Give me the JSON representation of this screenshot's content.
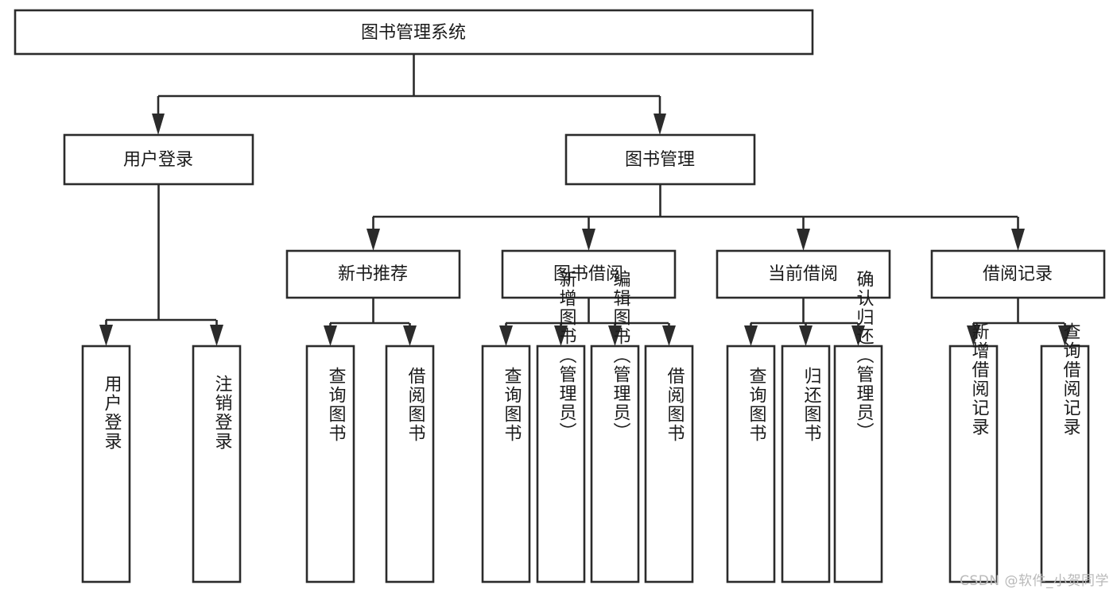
{
  "diagram": {
    "title": "图书管理系统",
    "type": "tree-hierarchy",
    "root": {
      "id": "root",
      "label": "图书管理系统"
    },
    "level2": [
      {
        "id": "user-login",
        "label": "用户登录"
      },
      {
        "id": "book-manage",
        "label": "图书管理"
      }
    ],
    "level3": [
      {
        "id": "new-book-recommend",
        "label": "新书推荐",
        "parent": "book-manage"
      },
      {
        "id": "book-borrow",
        "label": "图书借阅",
        "parent": "book-manage"
      },
      {
        "id": "current-borrow",
        "label": "当前借阅",
        "parent": "book-manage"
      },
      {
        "id": "borrow-record",
        "label": "借阅记录",
        "parent": "book-manage"
      }
    ],
    "leaves": {
      "user-login": [
        {
          "id": "leaf-user-login",
          "label": "用户登录"
        },
        {
          "id": "leaf-user-logout",
          "label": "注销登录"
        }
      ],
      "new-book-recommend": [
        {
          "id": "leaf-query-book-1",
          "label": "查询图书"
        },
        {
          "id": "leaf-borrow-book-1",
          "label": "借阅图书"
        }
      ],
      "book-borrow": [
        {
          "id": "leaf-query-book-2",
          "label": "查询图书"
        },
        {
          "id": "leaf-add-book",
          "label": "新增图书（管理员）"
        },
        {
          "id": "leaf-edit-book",
          "label": "编辑图书（管理员）"
        },
        {
          "id": "leaf-borrow-book-2",
          "label": "借阅图书"
        }
      ],
      "current-borrow": [
        {
          "id": "leaf-query-book-3",
          "label": "查询图书"
        },
        {
          "id": "leaf-return-book",
          "label": "归还图书"
        },
        {
          "id": "leaf-confirm-return",
          "label": "确认归还（管理员）"
        }
      ],
      "borrow-record": [
        {
          "id": "leaf-add-record",
          "label": "新增借阅记录"
        },
        {
          "id": "leaf-query-record",
          "label": "查询借阅记录"
        }
      ]
    }
  },
  "watermark": {
    "text": "CSDN @软件_小贺同学"
  },
  "colors": {
    "stroke": "#2b2b2b",
    "fill": "#ffffff",
    "text": "#1a1a1a",
    "watermark": "#b9b9b9"
  }
}
